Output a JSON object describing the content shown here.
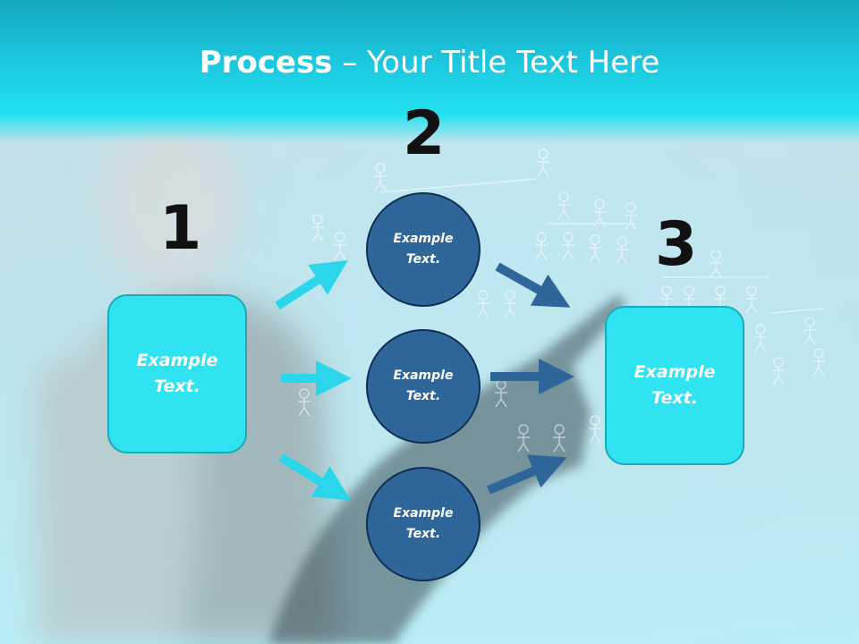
{
  "slide": {
    "title_bold": "Process",
    "title_rest": " – Your Title Text Here"
  },
  "steps": [
    {
      "number": "1",
      "text": "Example Text."
    },
    {
      "number": "2",
      "text": "Example Text."
    },
    {
      "number": "3",
      "text": "Example Text."
    }
  ],
  "middle_circles": [
    {
      "text": "Example Text."
    },
    {
      "text": "Example Text."
    },
    {
      "text": "Example Text."
    }
  ],
  "colors": {
    "accent_cyan": "#2fe3f0",
    "circle_blue": "#2f6699",
    "arrow_left": "#2bd6ea",
    "arrow_right": "#2f6699"
  }
}
